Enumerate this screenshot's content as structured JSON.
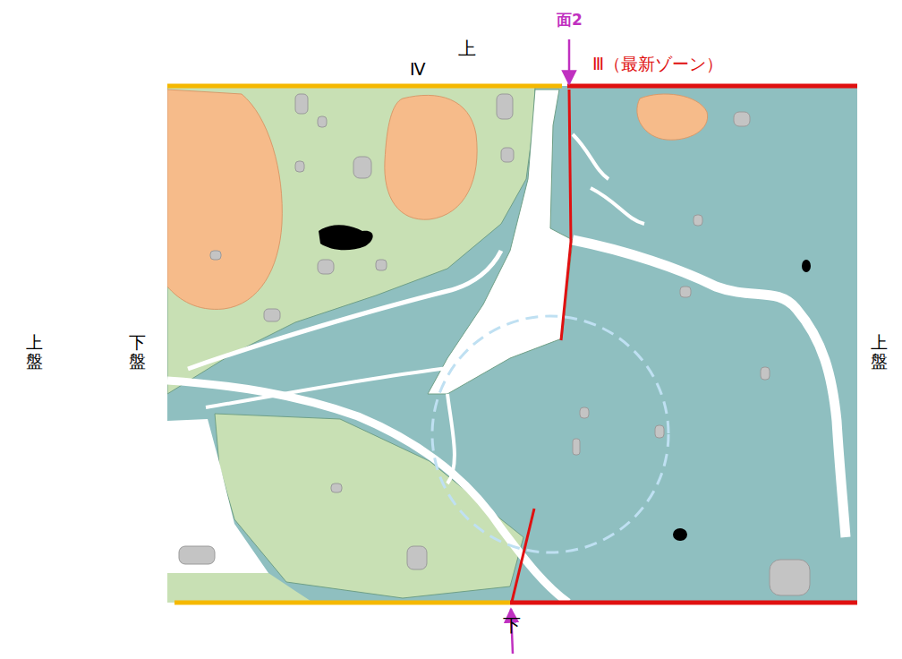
{
  "diagram": {
    "labels": [
      "面2",
      "上",
      "Ⅳ",
      "Ⅲ（最新ゾーン）",
      "上盤",
      "下盤",
      "上盤",
      "下"
    ]
  }
}
